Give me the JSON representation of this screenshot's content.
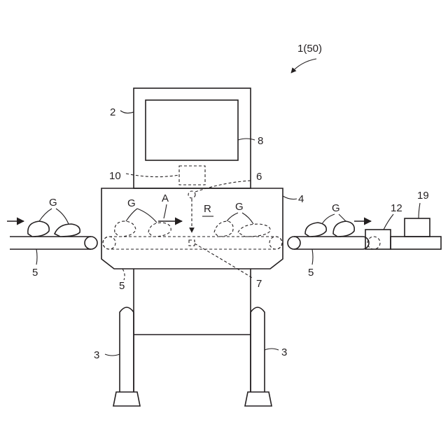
{
  "figure": {
    "ref_title": "1(50)",
    "labels": {
      "display_housing": "2",
      "legs_left": "3",
      "legs_right": "3",
      "main_body": "4",
      "conveyor_left": "5",
      "conveyor_inner": "5",
      "conveyor_right": "5",
      "sensor": "6",
      "measure_unit": "7",
      "display_screen": "8",
      "controller": "10",
      "sorter": "12",
      "collector": "19",
      "goods_left": "G",
      "goods_inner_left": "G",
      "goods_inner_right": "G",
      "goods_right": "G",
      "direction": "A",
      "region": "R"
    }
  }
}
